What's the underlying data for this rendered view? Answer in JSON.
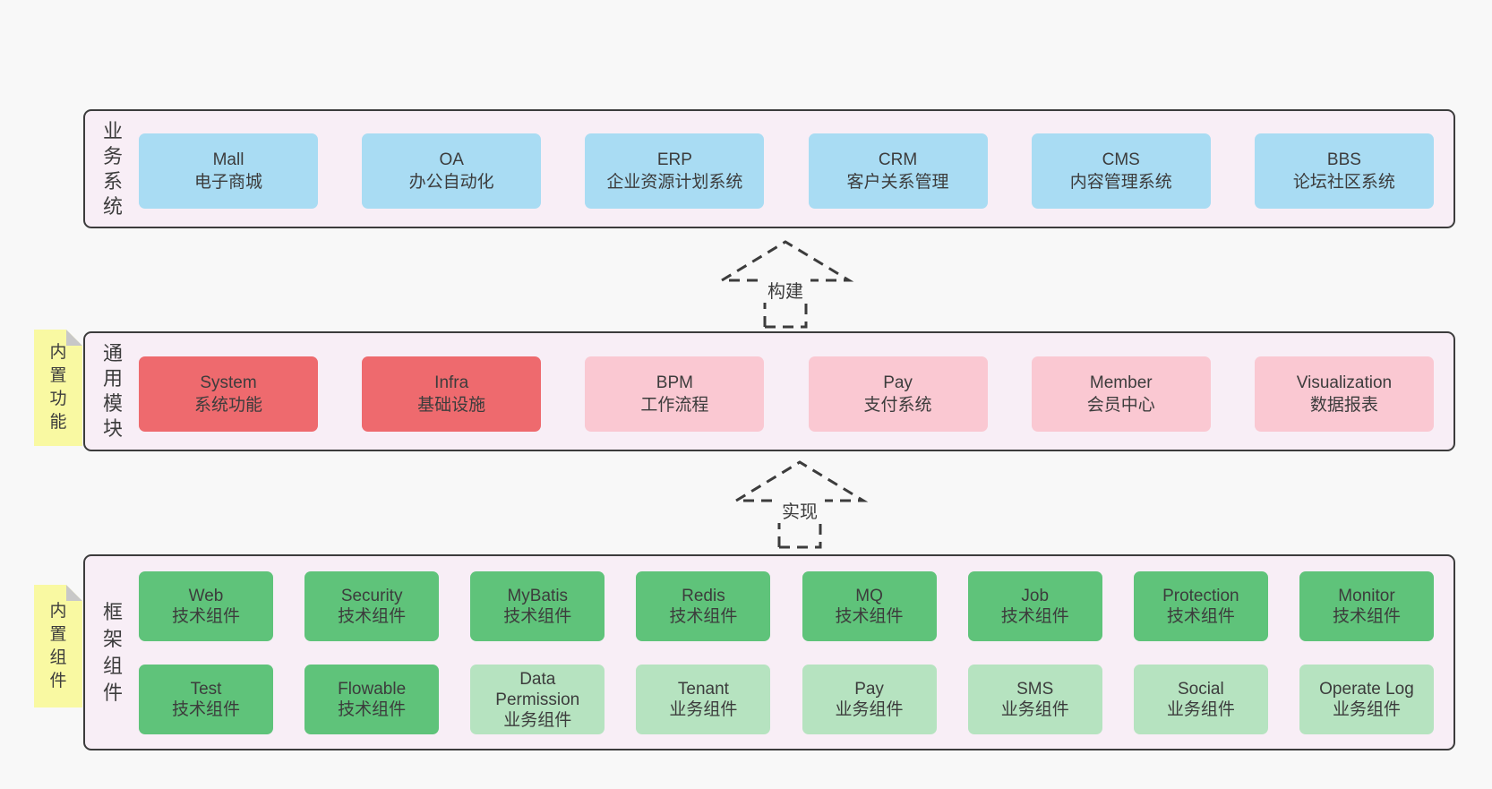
{
  "colors": {
    "page-bg": "#f8f8f8",
    "panel-bg": "#f8eef6",
    "panel-border": "#3c3c3c",
    "text": "#3c3c3c",
    "box-blue": "#a9dcf3",
    "box-red": "#ee6a6e",
    "box-pink": "#fac8d2",
    "box-green": "#5fc37a",
    "box-lightgreen": "#b6e3c0",
    "note-yellow": "#f9f9a2",
    "note-fold": "#c8c8c8"
  },
  "layers": [
    {
      "side_label": "业务系统",
      "boxes": [
        {
          "title": "Mall",
          "subtitle": "电子商城",
          "variant": "blue"
        },
        {
          "title": "OA",
          "subtitle": "办公自动化",
          "variant": "blue"
        },
        {
          "title": "ERP",
          "subtitle": "企业资源计划系统",
          "variant": "blue"
        },
        {
          "title": "CRM",
          "subtitle": "客户关系管理",
          "variant": "blue"
        },
        {
          "title": "CMS",
          "subtitle": "内容管理系统",
          "variant": "blue"
        },
        {
          "title": "BBS",
          "subtitle": "论坛社区系统",
          "variant": "blue"
        }
      ]
    },
    {
      "side_label": "通用模块",
      "note": "内置功能",
      "boxes": [
        {
          "title": "System",
          "subtitle": "系统功能",
          "variant": "red"
        },
        {
          "title": "Infra",
          "subtitle": "基础设施",
          "variant": "red"
        },
        {
          "title": "BPM",
          "subtitle": "工作流程",
          "variant": "pink"
        },
        {
          "title": "Pay",
          "subtitle": "支付系统",
          "variant": "pink"
        },
        {
          "title": "Member",
          "subtitle": "会员中心",
          "variant": "pink"
        },
        {
          "title": "Visualization",
          "subtitle": "数据报表",
          "variant": "pink"
        }
      ]
    },
    {
      "side_label": "框架组件",
      "note": "内置组件",
      "rows": [
        [
          {
            "title": "Web",
            "subtitle": "技术组件",
            "variant": "green"
          },
          {
            "title": "Security",
            "subtitle": "技术组件",
            "variant": "green"
          },
          {
            "title": "MyBatis",
            "subtitle": "技术组件",
            "variant": "green"
          },
          {
            "title": "Redis",
            "subtitle": "技术组件",
            "variant": "green"
          },
          {
            "title": "MQ",
            "subtitle": "技术组件",
            "variant": "green"
          },
          {
            "title": "Job",
            "subtitle": "技术组件",
            "variant": "green"
          },
          {
            "title": "Protection",
            "subtitle": "技术组件",
            "variant": "green"
          },
          {
            "title": "Monitor",
            "subtitle": "技术组件",
            "variant": "green"
          }
        ],
        [
          {
            "title": "Test",
            "subtitle": "技术组件",
            "variant": "green"
          },
          {
            "title": "Flowable",
            "subtitle": "技术组件",
            "variant": "green"
          },
          {
            "title": "Data Permission",
            "subtitle": "业务组件",
            "variant": "lightgreen"
          },
          {
            "title": "Tenant",
            "subtitle": "业务组件",
            "variant": "lightgreen"
          },
          {
            "title": "Pay",
            "subtitle": "业务组件",
            "variant": "lightgreen"
          },
          {
            "title": "SMS",
            "subtitle": "业务组件",
            "variant": "lightgreen"
          },
          {
            "title": "Social",
            "subtitle": "业务组件",
            "variant": "lightgreen"
          },
          {
            "title": "Operate Log",
            "subtitle": "业务组件",
            "variant": "lightgreen"
          }
        ]
      ]
    }
  ],
  "arrows": [
    {
      "label": "构建"
    },
    {
      "label": "实现"
    }
  ]
}
